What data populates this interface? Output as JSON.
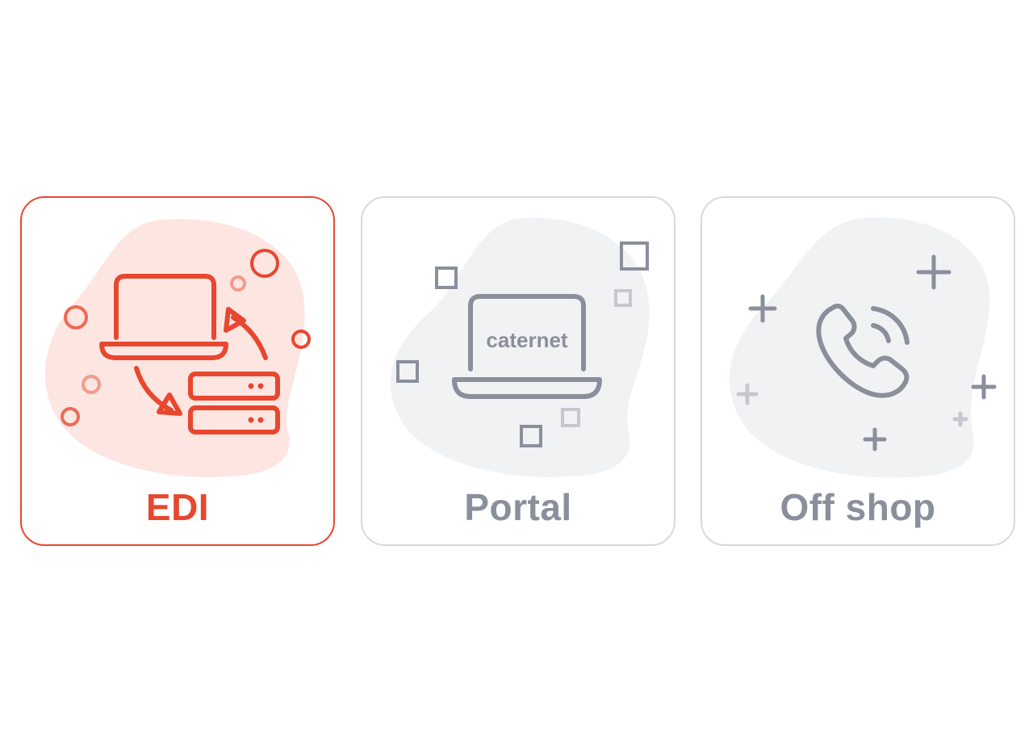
{
  "options": [
    {
      "id": "edi",
      "label": "EDI",
      "selected": true,
      "icon": "laptop-server-sync-icon"
    },
    {
      "id": "portal",
      "label": "Portal",
      "selected": false,
      "icon": "laptop-icon",
      "screen_text": "caternet"
    },
    {
      "id": "offshop",
      "label": "Off shop",
      "selected": false,
      "icon": "phone-call-icon"
    }
  ],
  "colors": {
    "accent": "#e8472f",
    "accent_blob": "#fde5e1",
    "muted": "#8a8f9c",
    "muted_light": "#c5c8cf",
    "muted_blob": "#f1f2f4",
    "border": "#d8d9dd"
  }
}
